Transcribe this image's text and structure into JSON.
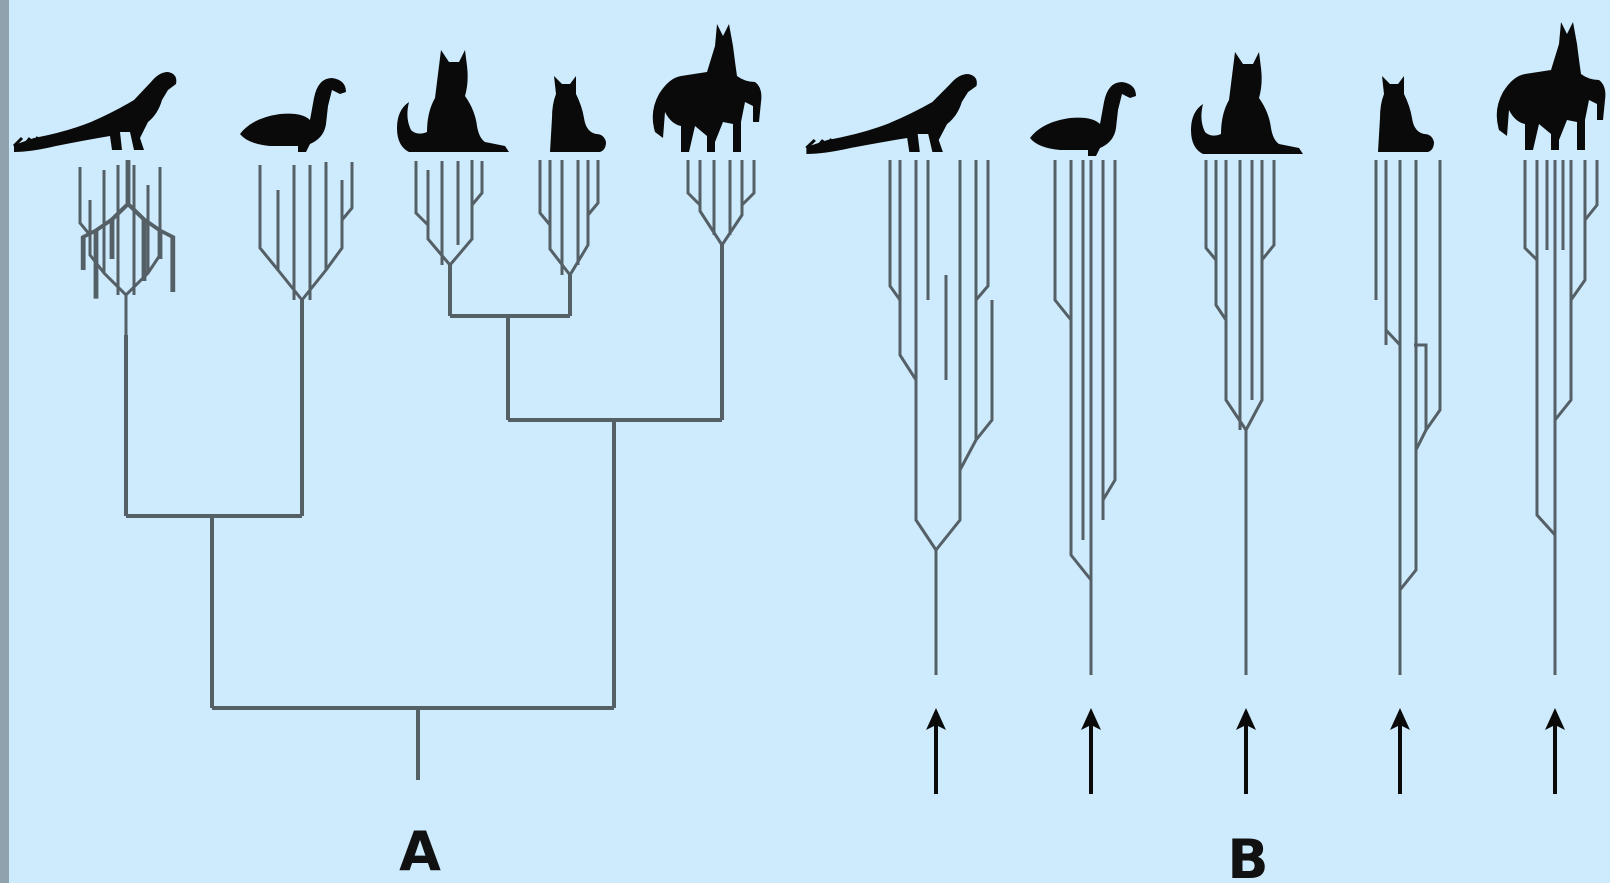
{
  "diagram": {
    "background_color": "#cdebfd",
    "line_color": "#555f66",
    "silhouette_color": "#0a0a0a",
    "panels": [
      {
        "id": "A",
        "label": "A",
        "kind": "single-common-ancestry tree",
        "animals": [
          "bird-long-tail-icon",
          "bird-duck-icon",
          "cat-sitting-icon",
          "cat-small-icon",
          "dog-standing-icon"
        ]
      },
      {
        "id": "B",
        "label": "B",
        "kind": "separate-origins lineages",
        "animals": [
          "bird-long-tail-icon",
          "bird-duck-icon",
          "cat-sitting-icon",
          "cat-small-icon",
          "dog-standing-icon"
        ],
        "origin_marker": "up-arrow-icon"
      }
    ]
  }
}
